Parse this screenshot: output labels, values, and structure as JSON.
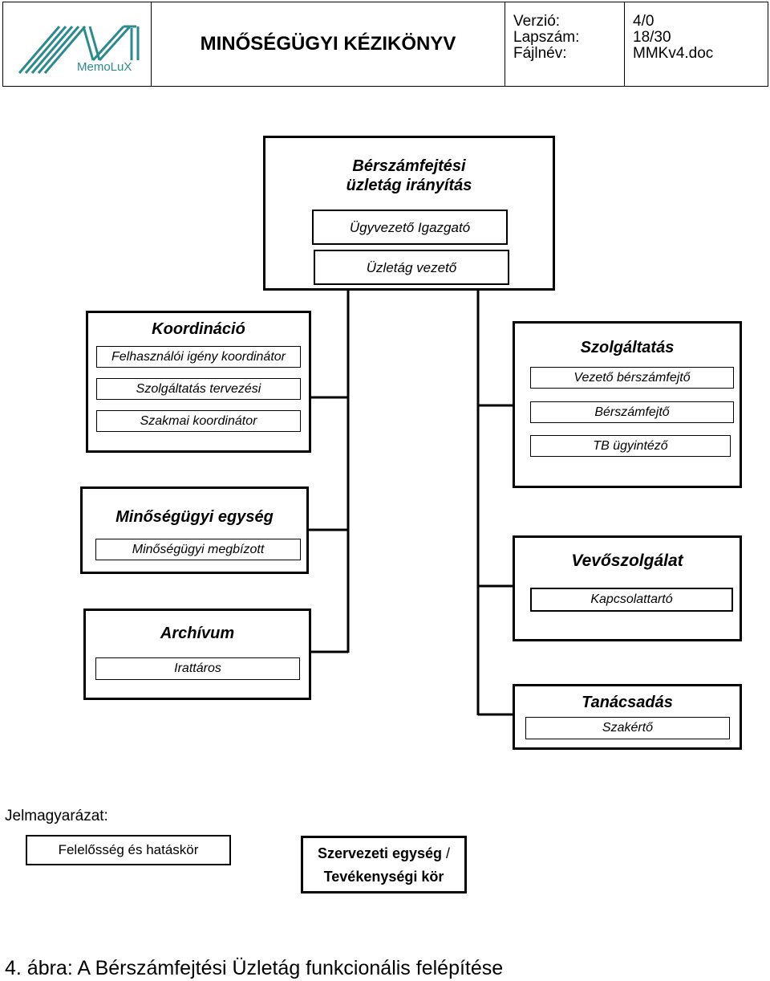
{
  "header": {
    "logo_text": "MemoLuX",
    "title": "MINŐSÉGÜGYI KÉZIKÖNYV",
    "labels": [
      "Verzió:",
      "Lapszám:",
      "Fájlnév:"
    ],
    "values": [
      "4/0",
      "18/30",
      "MMKv4.doc"
    ],
    "accent_color": "#2b8a8c"
  },
  "top_box": {
    "title_line1": "Bérszámfejtési",
    "title_line2": "üzletág irányítás",
    "roles": [
      "Ügyvezető Igazgató",
      "Üzletág vezető"
    ]
  },
  "koordinacio": {
    "title": "Koordináció",
    "roles": [
      "Felhasználói igény koordinátor",
      "Szolgáltatás tervezési",
      "Szakmai koordinátor"
    ]
  },
  "szolgaltatas": {
    "title": "Szolgáltatás",
    "roles": [
      "Vezető bérszámfejtő",
      "Bérszámfejtő",
      "TB ügyintéző"
    ]
  },
  "minoseg": {
    "title": "Minőségügyi egység",
    "roles": [
      "Minőségügyi megbízott"
    ]
  },
  "vevo": {
    "title": "Vevőszolgálat",
    "roles": [
      "Kapcsolattartó"
    ]
  },
  "archivum": {
    "title": "Archívum",
    "roles": [
      "Irattáros"
    ]
  },
  "tanacsadas": {
    "title": "Tanácsadás",
    "roles": [
      "Szakértő"
    ]
  },
  "legend": {
    "title": "Jelmagyarázat:",
    "responsibility": "Felelősség és hatáskör",
    "unit_bold1": "Szervezeti egység",
    "unit_sep": " / ",
    "unit_bold2": "Tevékenységi kör"
  },
  "caption": "4. ábra: A Bérszámfejtési Üzletág funkcionális felépítése"
}
